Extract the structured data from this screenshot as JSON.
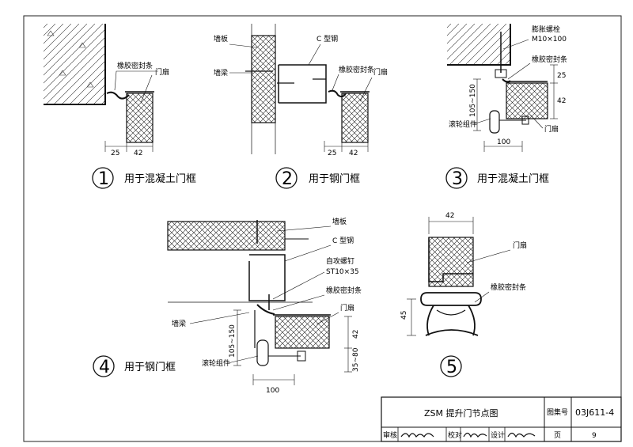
{
  "details": [
    {
      "number": "1",
      "caption": "用于混凝土门框",
      "labels": {
        "seal": "橡胶密封条",
        "leaf": "门扇"
      },
      "dims": [
        "25",
        "42"
      ]
    },
    {
      "number": "2",
      "caption": "用于钢门框",
      "labels": {
        "panel": "墙板",
        "beam": "墙梁",
        "csteel": "C 型钢",
        "seal": "橡胶密封条",
        "leaf": "门扇"
      },
      "dims": [
        "25",
        "42"
      ]
    },
    {
      "number": "3",
      "caption": "用于混凝土门框",
      "labels": {
        "bolt": "膨胀螺栓",
        "bolt_spec": "M10×100",
        "seal": "橡胶密封条",
        "roller": "滚轮组件",
        "leaf": "门扇"
      },
      "dims": [
        "25",
        "42",
        "105~150",
        "100"
      ]
    },
    {
      "number": "4",
      "caption": "用于钢门框",
      "labels": {
        "panel": "墙板",
        "csteel": "C 型钢",
        "screw": "自攻螺钉",
        "screw_spec": "ST10×35",
        "seal": "橡胶密封条",
        "leaf": "门扇",
        "beam": "墙梁",
        "roller": "滚轮组件"
      },
      "dims": [
        "42",
        "105~150",
        "35~80",
        "100"
      ]
    },
    {
      "number": "5",
      "caption": "",
      "labels": {
        "leaf": "门扇",
        "seal": "橡胶密封条"
      },
      "dims": [
        "42",
        "45"
      ]
    }
  ],
  "title_block": {
    "title": "ZSM 提升门节点图",
    "atlas_label": "图集号",
    "atlas_no": "03J611-4",
    "review_label": "审核",
    "check_label": "校对",
    "design_label": "设计",
    "page_label": "页",
    "page_no": "9"
  }
}
